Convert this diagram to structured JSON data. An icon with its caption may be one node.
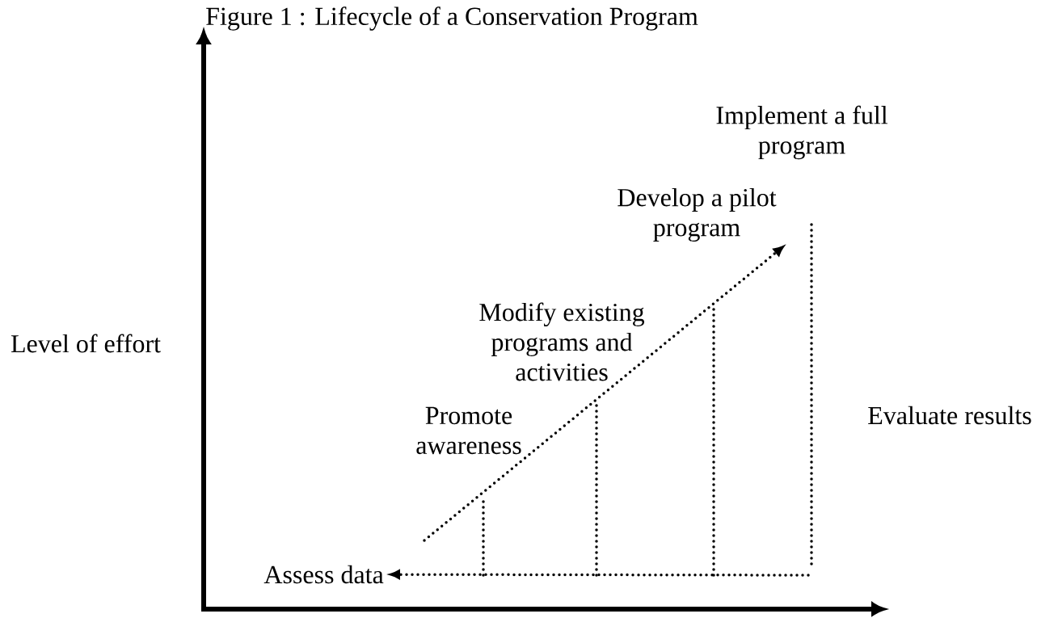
{
  "diagram": {
    "title": "Figure 1 : Lifecycle of a Conservation Program",
    "nodes": [
      {
        "text": [
          "Assess data"
        ]
      },
      {
        "text": [
          "Promote awareness"
        ]
      },
      {
        "text": [
          "Modify existing programs and activities"
        ]
      },
      {
        "text": [
          "Develop a pilot program"
        ]
      },
      {
        "text": [
          "Implement a full program"
        ]
      },
      {
        "text": [
          "Evaluate results"
        ]
      }
    ],
    "edges": [
      {
        "from": null,
        "to": 0,
        "arrow": "to"
      },
      {
        "from": null,
        "to": 3,
        "arrow": "to"
      }
    ],
    "labels": [
      "Level of effort"
    ]
  }
}
